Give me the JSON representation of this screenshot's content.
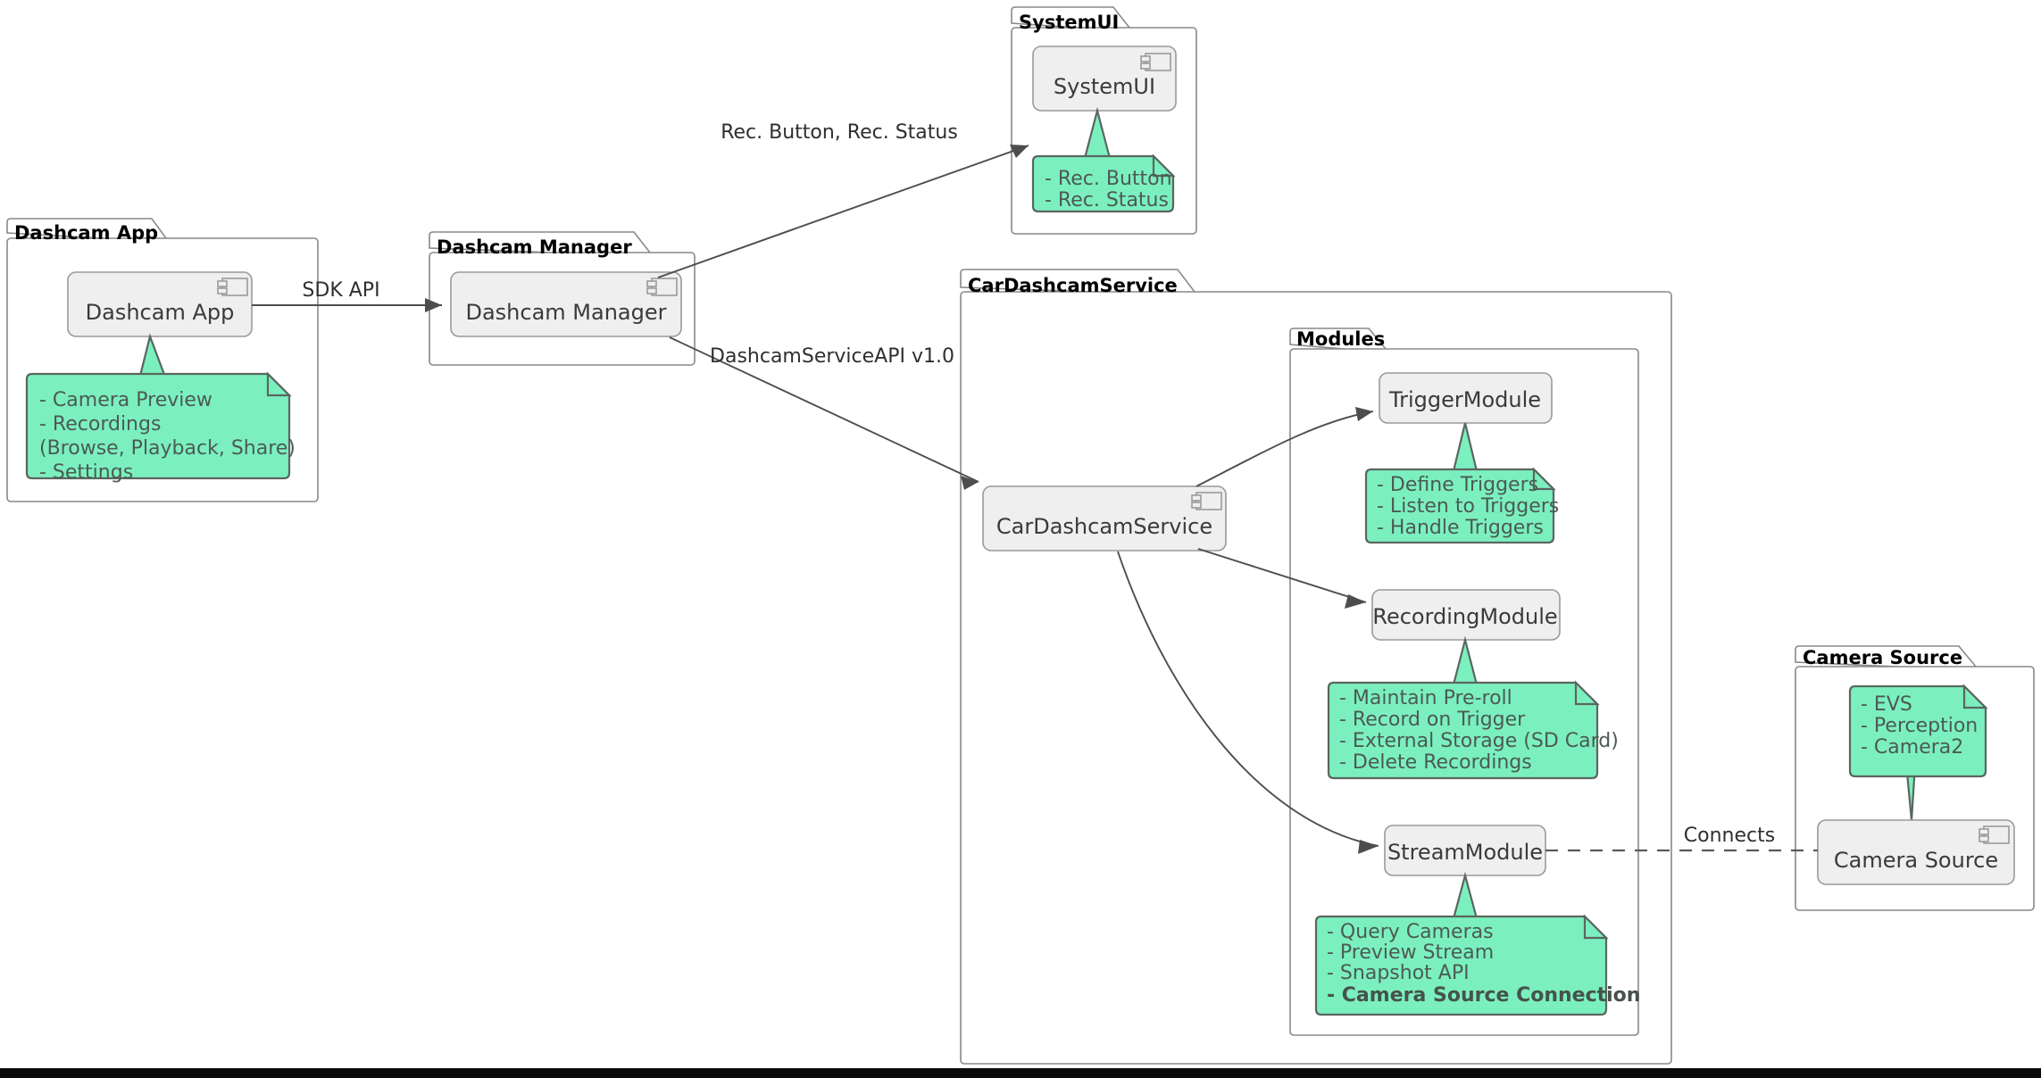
{
  "diagram": {
    "type": "uml-component-diagram",
    "title_shown": false,
    "colors": {
      "note_fill": "#7BF0BE",
      "note_border": "#5b665f",
      "component_fill": "#efefef",
      "component_border": "#9a9a9a",
      "package_border": "#888888",
      "edge": "#4d4d4d",
      "text": "#3a3a3a"
    }
  },
  "packages": [
    {
      "id": "dashcam_app_pkg",
      "label": "Dashcam App"
    },
    {
      "id": "dashcam_manager_pkg",
      "label": "Dashcam Manager"
    },
    {
      "id": "systemui_pkg",
      "label": "SystemUI"
    },
    {
      "id": "cardashcamservice_pkg",
      "label": "CarDashcamService"
    },
    {
      "id": "modules_pkg",
      "label": "Modules"
    },
    {
      "id": "camera_source_pkg",
      "label": "Camera Source"
    }
  ],
  "components": [
    {
      "id": "dashcam_app",
      "label": "Dashcam App",
      "has_component_icon": true
    },
    {
      "id": "dashcam_manager",
      "label": "Dashcam Manager",
      "has_component_icon": true
    },
    {
      "id": "systemui",
      "label": "SystemUI",
      "has_component_icon": true
    },
    {
      "id": "cardashcamservice",
      "label": "CarDashcamService",
      "has_component_icon": true
    },
    {
      "id": "trigger_module",
      "label": "TriggerModule",
      "has_component_icon": false
    },
    {
      "id": "recording_module",
      "label": "RecordingModule",
      "has_component_icon": false
    },
    {
      "id": "stream_module",
      "label": "StreamModule",
      "has_component_icon": false
    },
    {
      "id": "camera_source",
      "label": "Camera Source",
      "has_component_icon": true
    }
  ],
  "notes": [
    {
      "id": "note_dashcam_app",
      "attached_to": "dashcam_app",
      "lines": [
        {
          "text": "- Camera Preview",
          "bold": false
        },
        {
          "text": "- Recordings",
          "bold": false
        },
        {
          "text": "  (Browse, Playback, Share)",
          "bold": false
        },
        {
          "text": "- Settings",
          "bold": false
        }
      ]
    },
    {
      "id": "note_systemui",
      "attached_to": "systemui",
      "lines": [
        {
          "text": "- Rec. Button",
          "bold": false
        },
        {
          "text": "- Rec. Status",
          "bold": false
        }
      ]
    },
    {
      "id": "note_trigger_module",
      "attached_to": "trigger_module",
      "lines": [
        {
          "text": "- Define Triggers",
          "bold": false
        },
        {
          "text": "- Listen to Triggers",
          "bold": false
        },
        {
          "text": "- Handle Triggers",
          "bold": false
        }
      ]
    },
    {
      "id": "note_recording_module",
      "attached_to": "recording_module",
      "lines": [
        {
          "text": "- Maintain Pre-roll",
          "bold": false
        },
        {
          "text": "- Record on Trigger",
          "bold": false
        },
        {
          "text": "- External Storage (SD Card)",
          "bold": false
        },
        {
          "text": "- Delete Recordings",
          "bold": false
        }
      ]
    },
    {
      "id": "note_stream_module",
      "attached_to": "stream_module",
      "lines": [
        {
          "text": "- Query Cameras",
          "bold": false
        },
        {
          "text": "- Preview Stream",
          "bold": false
        },
        {
          "text": "- Snapshot API",
          "bold": false
        },
        {
          "text": "- Camera Source Connection",
          "bold": true
        }
      ]
    },
    {
      "id": "note_camera_source",
      "attached_to": "camera_source",
      "lines": [
        {
          "text": "- EVS",
          "bold": false
        },
        {
          "text": "- Perception",
          "bold": false
        },
        {
          "text": "- Camera2",
          "bold": false
        }
      ]
    }
  ],
  "edges": [
    {
      "id": "edge_app_to_manager",
      "from": "dashcam_app",
      "to": "dashcam_manager",
      "label": "SDK API",
      "style": "solid",
      "arrow": true
    },
    {
      "id": "edge_manager_to_systemui",
      "from": "dashcam_manager",
      "to": "systemui",
      "label": "Rec. Button, Rec. Status",
      "style": "solid",
      "arrow": true
    },
    {
      "id": "edge_manager_to_service",
      "from": "dashcam_manager",
      "to": "cardashcamservice",
      "label": "DashcamServiceAPI v1.0",
      "style": "solid",
      "arrow": true
    },
    {
      "id": "edge_service_to_trigger",
      "from": "cardashcamservice",
      "to": "trigger_module",
      "label": "",
      "style": "solid",
      "arrow": true
    },
    {
      "id": "edge_service_to_recording",
      "from": "cardashcamservice",
      "to": "recording_module",
      "label": "",
      "style": "solid",
      "arrow": true
    },
    {
      "id": "edge_service_to_stream",
      "from": "cardashcamservice",
      "to": "stream_module",
      "label": "",
      "style": "solid-curved",
      "arrow": true
    },
    {
      "id": "edge_stream_to_camera_source",
      "from": "stream_module",
      "to": "camera_source",
      "label": "Connects",
      "style": "dashed",
      "arrow": false
    }
  ]
}
